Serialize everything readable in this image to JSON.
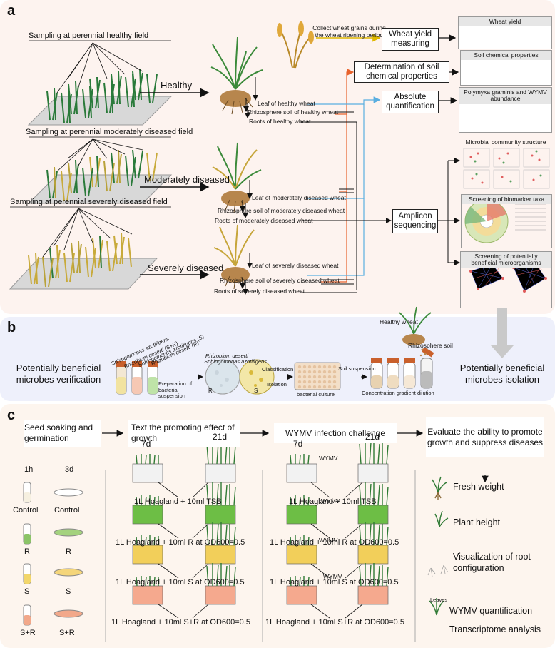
{
  "panel_a": {
    "letter": "a",
    "fields": [
      "Sampling at perennial healthy field",
      "Sampling at perennial moderately diseased field",
      "Sampling at perennial severely diseased field"
    ],
    "states": [
      "Healthy",
      "Moderately diseased",
      "Severely diseased"
    ],
    "healthy_parts": [
      "Leaf of healthy wheat",
      "Rhizosphere soil of healthy wheat",
      "Roots of healthy wheat"
    ],
    "moderate_parts": [
      "Leaf of moderately diseased wheat",
      "Rhizosphere soil of moderately diseased wheat",
      "Roots of moderately diseased wheat"
    ],
    "severe_parts": [
      "Leaf of severely diseased wheat",
      "Rhizosphere soil of severely diseased wheat",
      "Roots of severely diseased wheat"
    ],
    "collect_note": "Collect wheat grains during the wheat ripening period",
    "methods": {
      "yield": "Wheat yield measuring",
      "soil": "Determination of soil chemical properties",
      "abs": "Absolute quantification",
      "amplicon": "Amplicon sequencing"
    },
    "results": {
      "yield": "Wheat yield",
      "soil": "Soil chemical properties",
      "polymyxa": "Polymyxa graminis and WYMV abundance",
      "community": "Microbial community structure",
      "biomarker": "Screening of biomarker taxa",
      "beneficial": "Screening of potentially beneficial microorganisms"
    }
  },
  "panel_b": {
    "letter": "b",
    "left_title": "Potentially beneficial microbes verification",
    "right_title": "Potentially beneficial microbes isolation",
    "tube_labels": [
      "Sphingomonas azotifigens",
      "Rhizobium deserti (S+R)",
      "Sphingomonas azotifigens (S)",
      "Rhizobium deserti (R)"
    ],
    "prep": "Preparation of bacterial suspension",
    "plate_labels": [
      "Rhizobium deserti",
      "Sphingomonas azotifigens"
    ],
    "plate_RS": [
      "R",
      "S"
    ],
    "classification": "Classification",
    "isolation": "Isolation",
    "culture": "bacterial culture",
    "soil_susp": "Soil suspension",
    "gradient": "Concentration gradient dilution",
    "healthy_wheat": "Healthy wheat",
    "rhizo_soil": "Rhizosphere soil"
  },
  "panel_c": {
    "letter": "c",
    "steps": [
      "Seed soaking and germination",
      "Text the promoting effect of growth",
      "WYMV infection challenge",
      "Evaluate the ability to promote growth and suppress diseases"
    ],
    "time_1h": "1h",
    "time_3d": "3d",
    "time_7d": "7d",
    "time_21d": "21d",
    "groups": [
      "Control",
      "R",
      "S",
      "S+R"
    ],
    "treatments": [
      "1L Hoagland + 10ml TSB",
      "1L Hoagland + 10ml R at OD600=0.5",
      "1L Hoagland + 10ml S at OD600=0.5",
      "1L Hoagland + 10ml S+R at OD600=0.5"
    ],
    "wymv": "WYMV",
    "outcomes": [
      "Fresh weight",
      "Plant height",
      "Visualization of root configuration",
      "WYMV quantification",
      "Transcriptome analysis"
    ],
    "leaves": "Leaves"
  },
  "colors": {
    "panel_a": "#fdf3ef",
    "panel_b": "#eef0fb",
    "panel_c": "#fdf5ee",
    "orange": "#e8622c",
    "blue": "#5aaee0",
    "yellow": "#f2d21a",
    "green": "#3e8f3a"
  }
}
